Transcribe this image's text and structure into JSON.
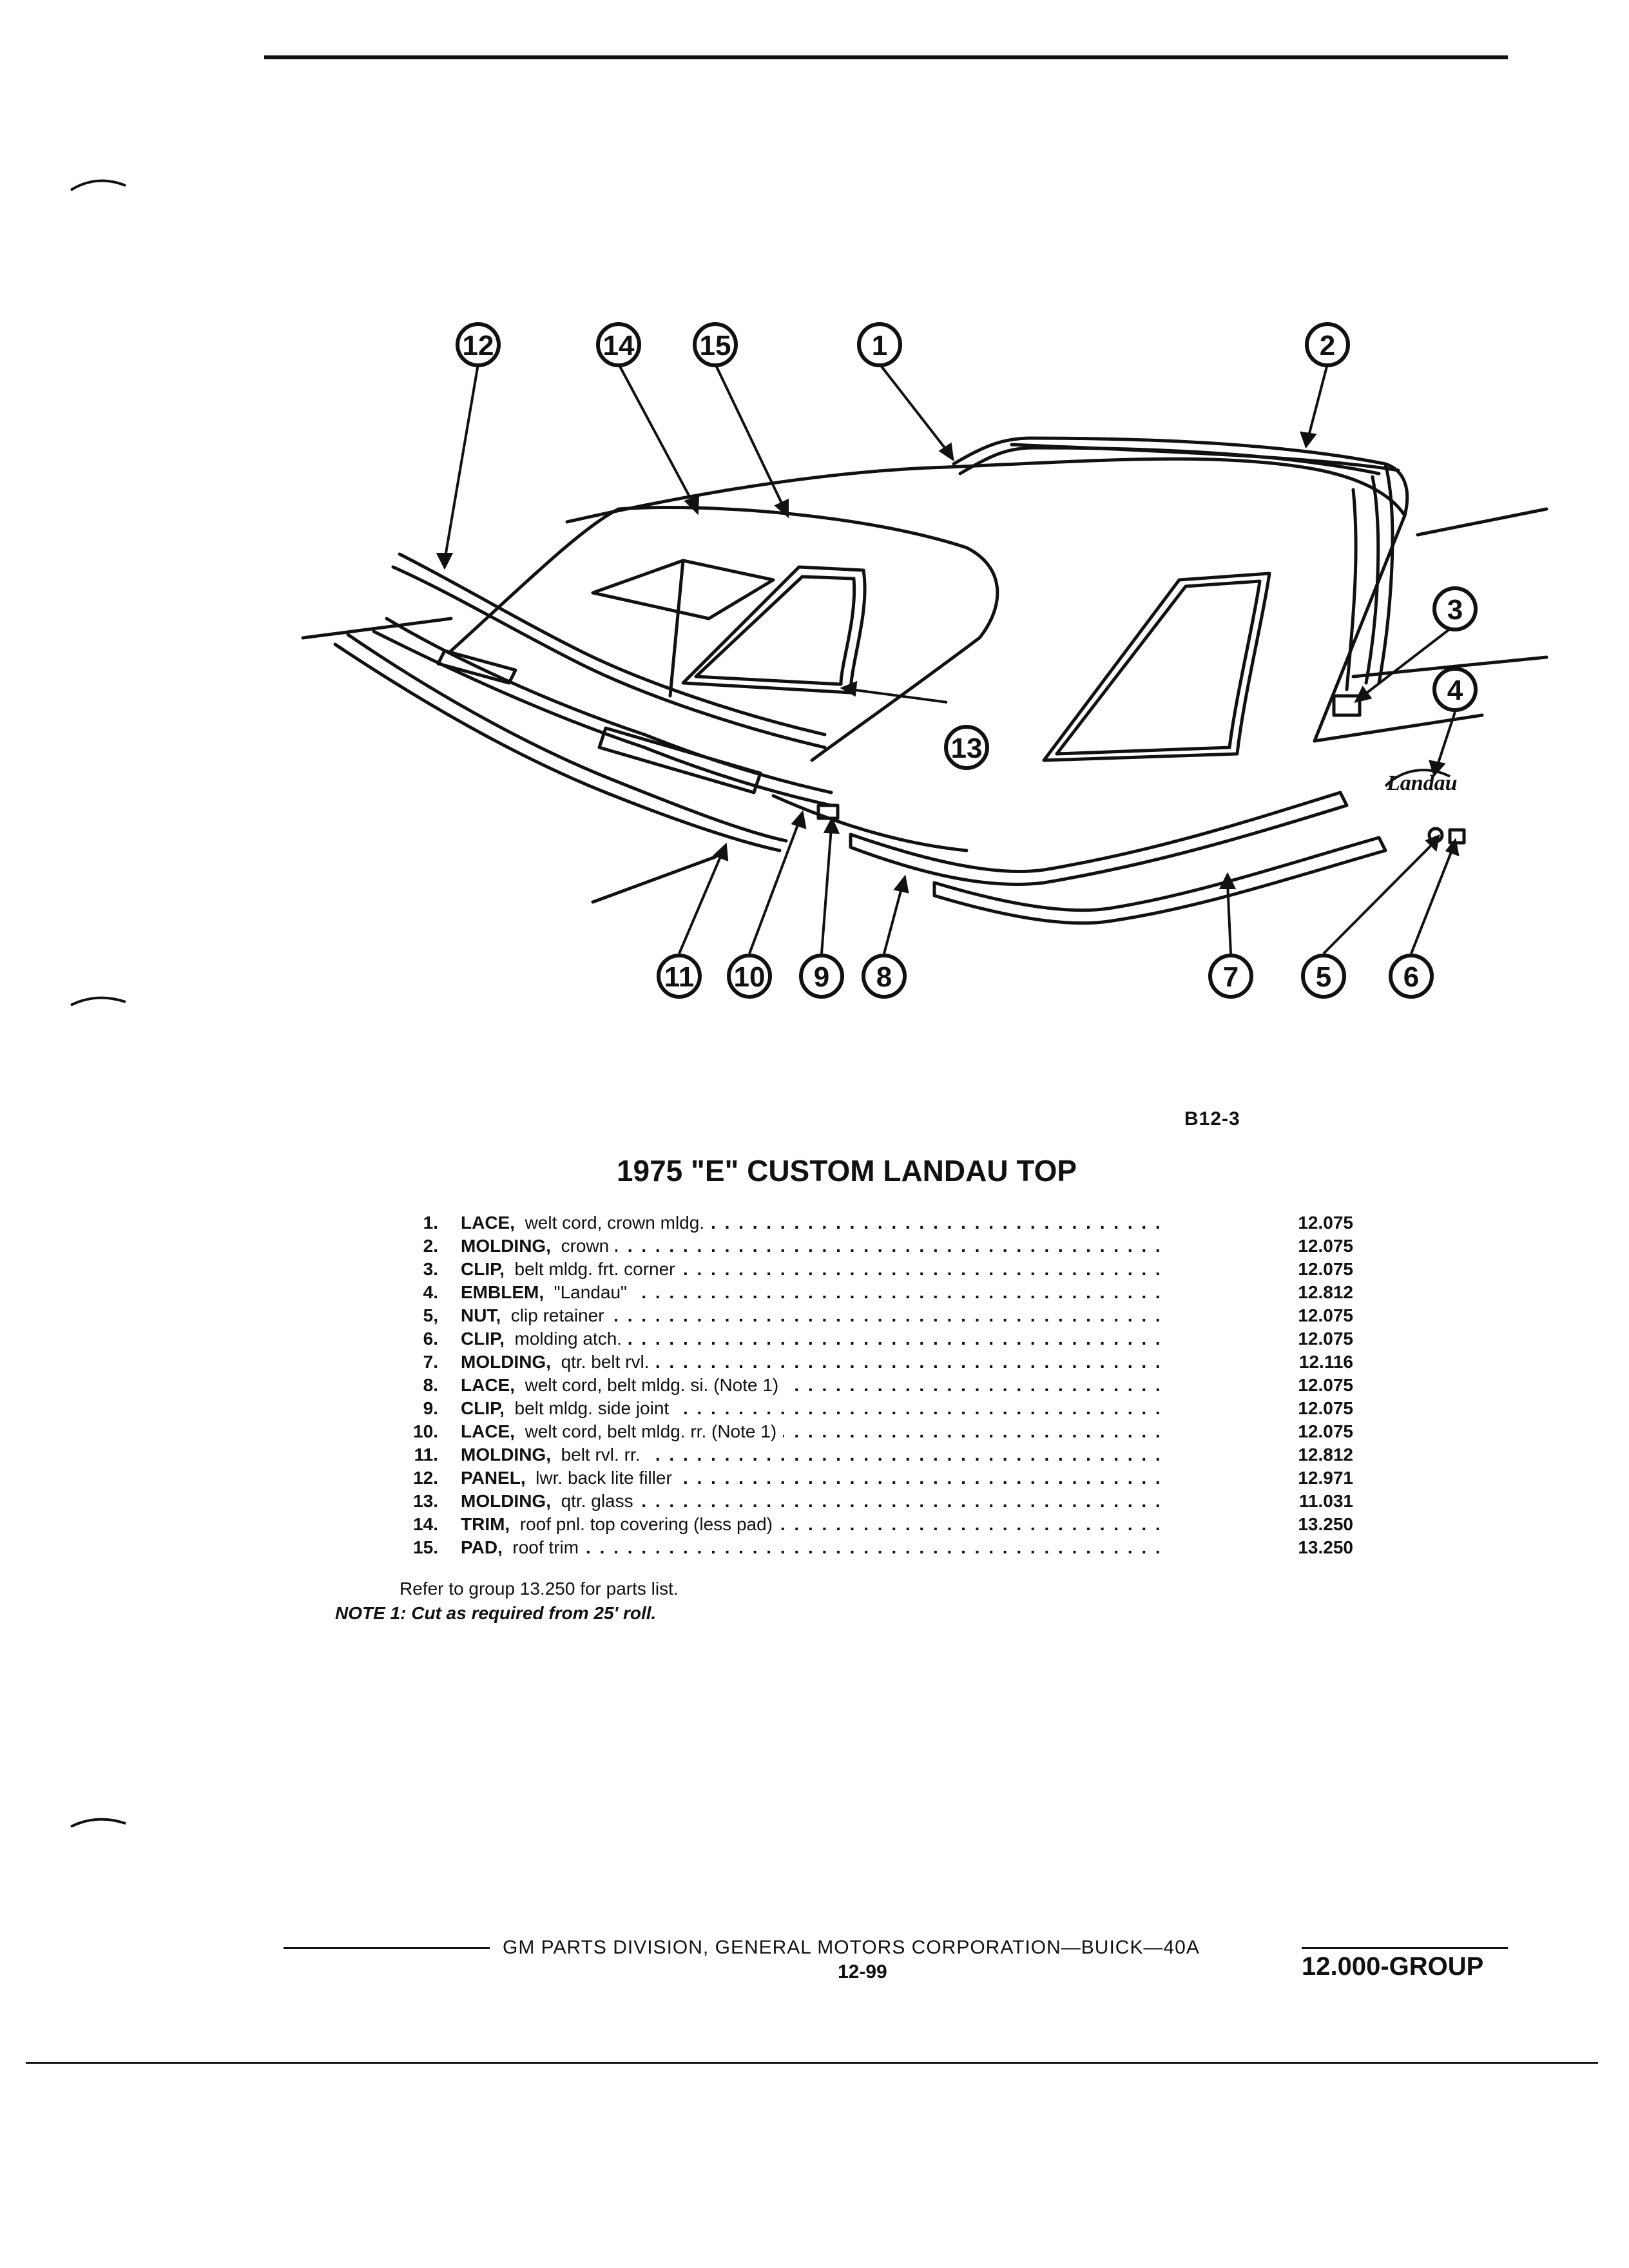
{
  "figure_code": "B12-3",
  "title": "1975 \"E\" CUSTOM LANDAU TOP",
  "callouts": [
    "1",
    "2",
    "3",
    "4",
    "5",
    "6",
    "7",
    "8",
    "9",
    "10",
    "11",
    "12",
    "13",
    "14",
    "15"
  ],
  "emblem_script": "Landau",
  "parts": [
    {
      "num": "1.",
      "name": "LACE,",
      "desc": "welt cord, crown mldg.",
      "group": "12.075"
    },
    {
      "num": "2.",
      "name": "MOLDING,",
      "desc": "crown",
      "group": "12.075"
    },
    {
      "num": "3.",
      "name": "CLIP,",
      "desc": "belt mldg. frt. corner",
      "group": "12.075"
    },
    {
      "num": "4.",
      "name": "EMBLEM,",
      "desc": "\"Landau\"",
      "group": "12.812"
    },
    {
      "num": "5,",
      "name": "NUT,",
      "desc": "clip retainer",
      "group": "12.075"
    },
    {
      "num": "6.",
      "name": "CLIP,",
      "desc": "molding atch.",
      "group": "12.075"
    },
    {
      "num": "7.",
      "name": "MOLDING,",
      "desc": "qtr. belt rvl.",
      "group": "12.116"
    },
    {
      "num": "8.",
      "name": "LACE,",
      "desc": "welt cord, belt mldg. si. (Note 1)",
      "group": "12.075"
    },
    {
      "num": "9.",
      "name": "CLIP,",
      "desc": "belt mldg. side joint",
      "group": "12.075"
    },
    {
      "num": "10.",
      "name": "LACE,",
      "desc": "welt cord, belt mldg. rr. (Note 1)",
      "group": "12.075"
    },
    {
      "num": "11.",
      "name": "MOLDING,",
      "desc": "belt rvl. rr.",
      "group": "12.812"
    },
    {
      "num": "12.",
      "name": "PANEL,",
      "desc": "lwr. back lite filler",
      "group": "12.971"
    },
    {
      "num": "13.",
      "name": "MOLDING,",
      "desc": "qtr. glass",
      "group": "11.031"
    },
    {
      "num": "14.",
      "name": "TRIM,",
      "desc": "roof pnl. top covering (less pad)",
      "group": "13.250"
    },
    {
      "num": "15.",
      "name": "PAD,",
      "desc": "roof trim",
      "group": "13.250"
    }
  ],
  "refer_text": "Refer to group 13.250 for parts list.",
  "note_text": "NOTE 1:  Cut as required from 25' roll.",
  "footer": {
    "division": "GM PARTS DIVISION,  GENERAL MOTORS CORPORATION—BUICK—40A",
    "page": "12-99",
    "group": "12.000-GROUP"
  }
}
